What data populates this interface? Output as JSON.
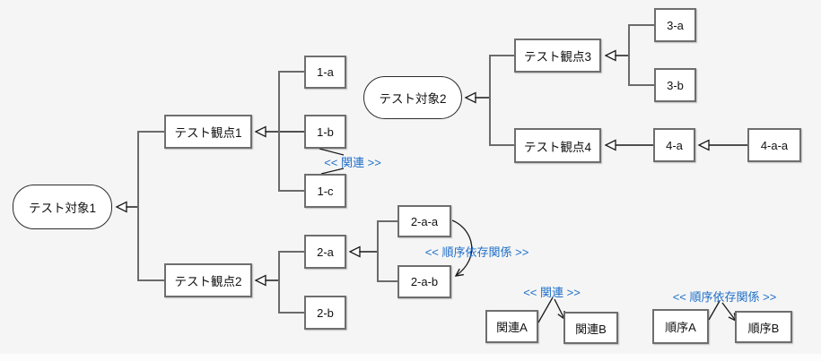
{
  "diagram": {
    "type": "test-viewpoint mind map",
    "colors": {
      "background": "#f5f5f5",
      "node_fill": "#ffffff",
      "node_border": "#6e6e6e",
      "oval_border": "#2b2b2b",
      "line": "#1a1a1a",
      "bracket": "#6b6b6b",
      "relation_label_blue": "#1e6ec8"
    }
  },
  "nodes": {
    "target1": "テスト対象1",
    "target2": "テスト対象2",
    "viewpoint1": "テスト観点1",
    "viewpoint2": "テスト観点2",
    "viewpoint3": "テスト観点3",
    "viewpoint4": "テスト観点4",
    "n1a": "1-a",
    "n1b": "1-b",
    "n1c": "1-c",
    "n2a": "2-a",
    "n2b": "2-b",
    "n2aa": "2-a-a",
    "n2ab": "2-a-b",
    "n3a": "3-a",
    "n3b": "3-b",
    "n4a": "4-a",
    "n4aa": "4-a-a",
    "relA": "関連A",
    "relB": "関連B",
    "ordA": "順序A",
    "ordB": "順序B"
  },
  "relation_labels": {
    "relation_1b_1c": "<< 関連 >>",
    "order_2aa_2ab": "<< 順序依存関係 >>",
    "relation_example": "<< 関連 >>",
    "order_example": "<< 順序依存関係 >>"
  }
}
